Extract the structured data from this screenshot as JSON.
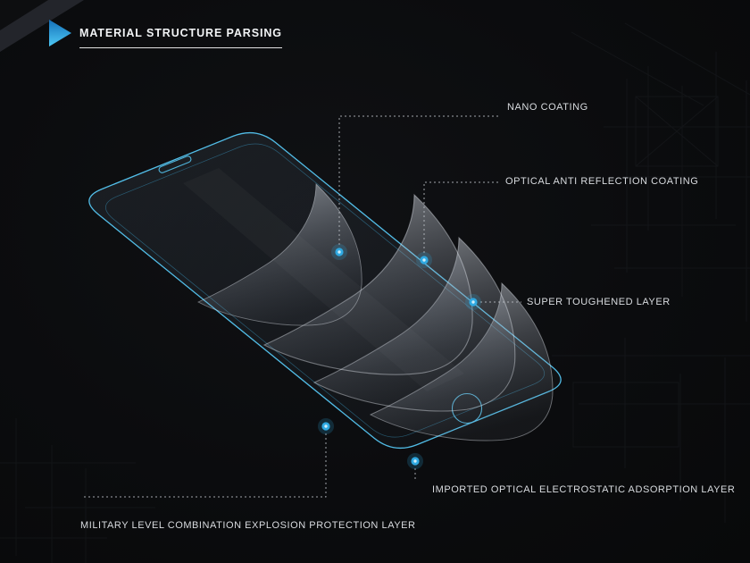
{
  "header": {
    "icon": "triangle-marker-icon",
    "title": "MATERIAL STRUCTURE PARSING"
  },
  "callouts": [
    {
      "label": "NANO COATING"
    },
    {
      "label": "OPTICAL ANTI REFLECTION COATING"
    },
    {
      "label": "SUPER TOUGHENED LAYER"
    },
    {
      "label": "IMPORTED OPTICAL ELECTROSTATIC ADSORPTION LAYER"
    },
    {
      "label": "MILITARY LEVEL COMBINATION EXPLOSION PROTECTION LAYER"
    }
  ],
  "colors": {
    "accent_cyan": "#2fa9e2",
    "outline_cyan": "#55c6f2",
    "background": "#0b0c0e",
    "label_text": "#d8dbdf"
  }
}
